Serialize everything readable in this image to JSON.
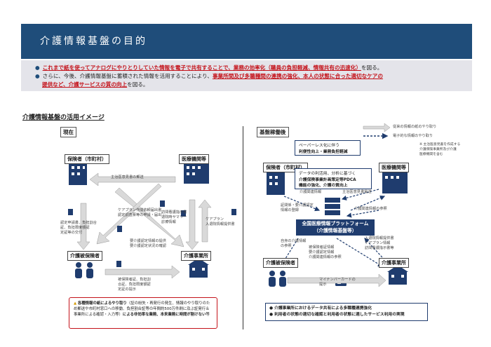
{
  "header": {
    "title": "介護情報基盤の目的"
  },
  "intro": {
    "b1_pre": "",
    "b1_red": "これまで紙を使ってアナログにやりとりしていた情報を電子で共有することで、業務の効率化（職員の負担軽減、情報共有の迅速化）",
    "b1_post": "を図る。",
    "b2_pre": "さらに、今後、介護情報基盤に蓄積された情報を活用することにより、",
    "b2_red1": "事業所間及び多職種間の連携の強化、本人の状態に合った適切なケアの",
    "b2_red2": "提供など、介護サービスの質の向上",
    "b2_post": "を図る。"
  },
  "section_title": "介護情報基盤の活用イメージ",
  "current": {
    "label": "現在",
    "insurer": "保険者（市町村）",
    "medical": "医療機関等",
    "insured": "介護被保険者",
    "office": "介護事業所",
    "t_opinion_mail": "主治医意見書の郵送",
    "t_care_docs": "ケアプラン作成依頼届出書\n認定調査票等の申請・届出",
    "t_summary": "訪問看護指示書\n退院時サマリー\n診療情報",
    "t_careplan": "ケアプラン\n入退院情報提供書",
    "t_insured_docs": "認定申請書、負担割合\n証、負担限度額認\n定証等の交付",
    "t_office_docs": "要介護認定情報の提供\n要介護認定状況の確認",
    "t_bottom_docs": "被保険者証、負担割\n合証、負担限度額認\n定証の提示",
    "note_pre": "各種情報の紙によるやり取り",
    "note_mid": "（証の紛失・再発行の発生、情報のやり取りのため郵送や市町村窓口への移動、負担割合証等の年間約500万件刷に及ぶ証発行＆事業所による確認・入力等）",
    "note_red": "による非効率な業務、本来業務に時間が割けない",
    "note_end": "等"
  },
  "future": {
    "label": "基盤稼働後",
    "legend_paper": "従来の情報の紙のやり取り",
    "legend_elec": "電子的な情報のやり取り",
    "legend_note": "※ 主治医意見書を作成する\n介護保険事業所及び介護\n医療機関を含む",
    "paperless_1": "ペーパーレス化に伴う",
    "paperless_2": "利便性向上・業務負担軽減",
    "insurer": "保険者（市町村）",
    "medical": "医療機関等",
    "data_1": "データの利活用、分析に基づく",
    "data_2": "介護保険事業計画策定等PDCA",
    "data_3": "機能の強化、介護の質向上",
    "t_opinion_elec": "主治医意見書電送",
    "t_care_reg": "介護関連情報",
    "t_cert_reg": "証関係・要介護認定\n情報の登録",
    "t_care_view": "介護関連情報の参照",
    "platform_1": "全国医療情報プラットフォーム",
    "platform_2": "（介護情報基盤等）",
    "insured": "介護被保険者",
    "office": "介護事業所",
    "t_self_view": "自身の介護情報\nの参照",
    "t_office_view": "被保険者証情報\n要介護認定情報\n介護関連情報の参照",
    "t_hospital_info": "入退院情報提供書\nケアプラン情報\n訪問看護指示書等",
    "t_mynumber": "マイナンバーカードの\n提示",
    "benefit_1": "介護事業所におけるデータ共有による多職種連携強化",
    "benefit_2": "利用者の状態の適切な確認と利用者の状態に適したサービス利用の実現"
  }
}
